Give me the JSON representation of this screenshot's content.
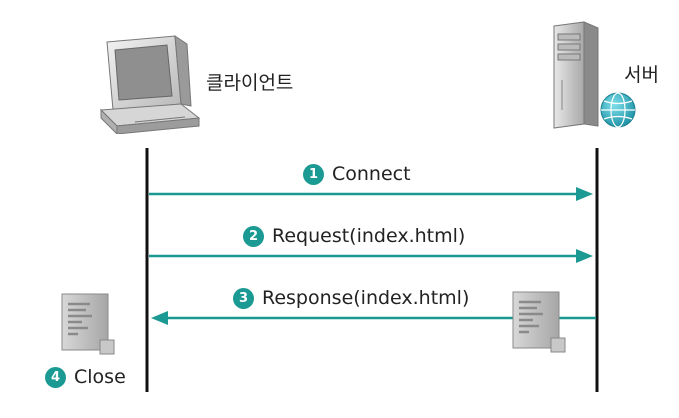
{
  "client": {
    "label": "클라이언트",
    "icon": "computer-icon"
  },
  "server": {
    "label": "서버",
    "icon": "server-tower-icon"
  },
  "colors": {
    "arrow": "#1a9a93",
    "badge": "#1a9a93",
    "lifeline": "#111111"
  },
  "messages": [
    {
      "number": "1",
      "label": "Connect",
      "direction": "client-to-server"
    },
    {
      "number": "2",
      "label": "Request(index.html)",
      "direction": "client-to-server"
    },
    {
      "number": "3",
      "label": "Response(index.html)",
      "direction": "server-to-client",
      "icon": "document-icon"
    },
    {
      "number": "4",
      "label": "Close",
      "direction": "client",
      "icon": "document-icon"
    }
  ]
}
